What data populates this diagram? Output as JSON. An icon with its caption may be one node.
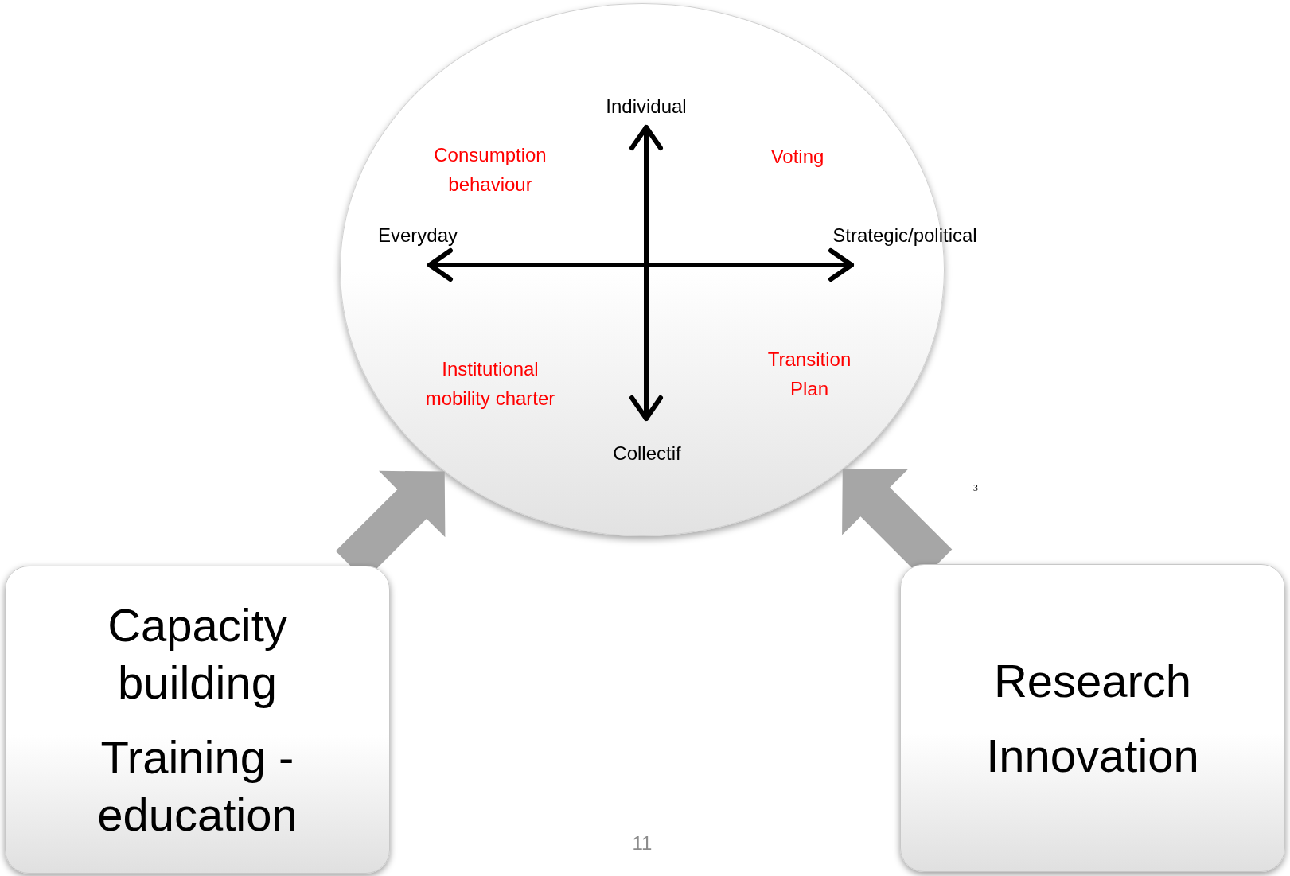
{
  "diagram": {
    "nodes": [
      {
        "text": [],
        "shape": "ellipse"
      },
      {
        "text": [
          "Capacity building",
          "Training - education"
        ]
      },
      {
        "text": [
          "Research",
          "Innovation"
        ]
      }
    ],
    "edges": [
      {
        "from": 1,
        "to": 0,
        "arrow": "to",
        "style": "thick"
      },
      {
        "from": 2,
        "to": 0,
        "arrow": "to",
        "style": "thick"
      }
    ],
    "labels": [
      "Individual",
      "Consumption behaviour",
      "Voting",
      "Everyday",
      "Strategic/political",
      "Institutional mobility charter",
      "Transition Plan",
      "Collectif",
      "3",
      "11"
    ]
  }
}
